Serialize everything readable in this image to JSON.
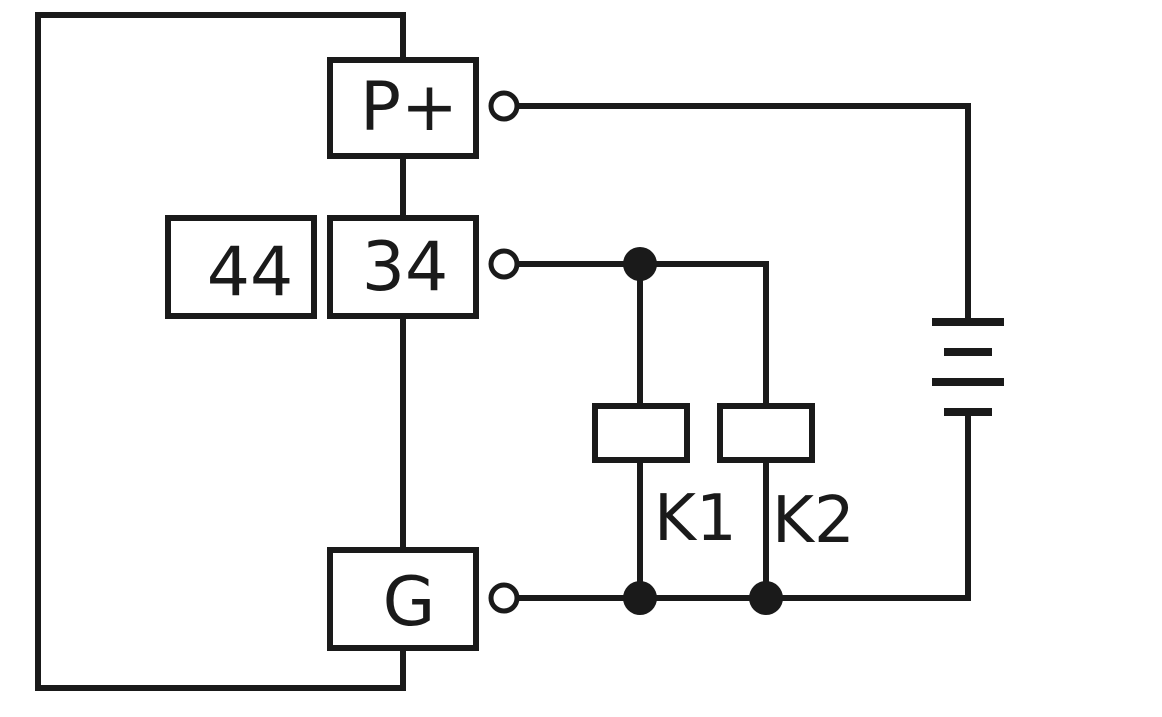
{
  "diagram": {
    "blocks": {
      "p_plus": "P+",
      "b34": "34",
      "b44": "44",
      "g": "G"
    },
    "relays": {
      "k1": "K1",
      "k2": "K2"
    },
    "colors": {
      "line": "#1a1a1a",
      "background": "#ffffff"
    },
    "icons": [
      "terminal-circle",
      "junction-dot",
      "battery-symbol",
      "relay-coil"
    ]
  }
}
